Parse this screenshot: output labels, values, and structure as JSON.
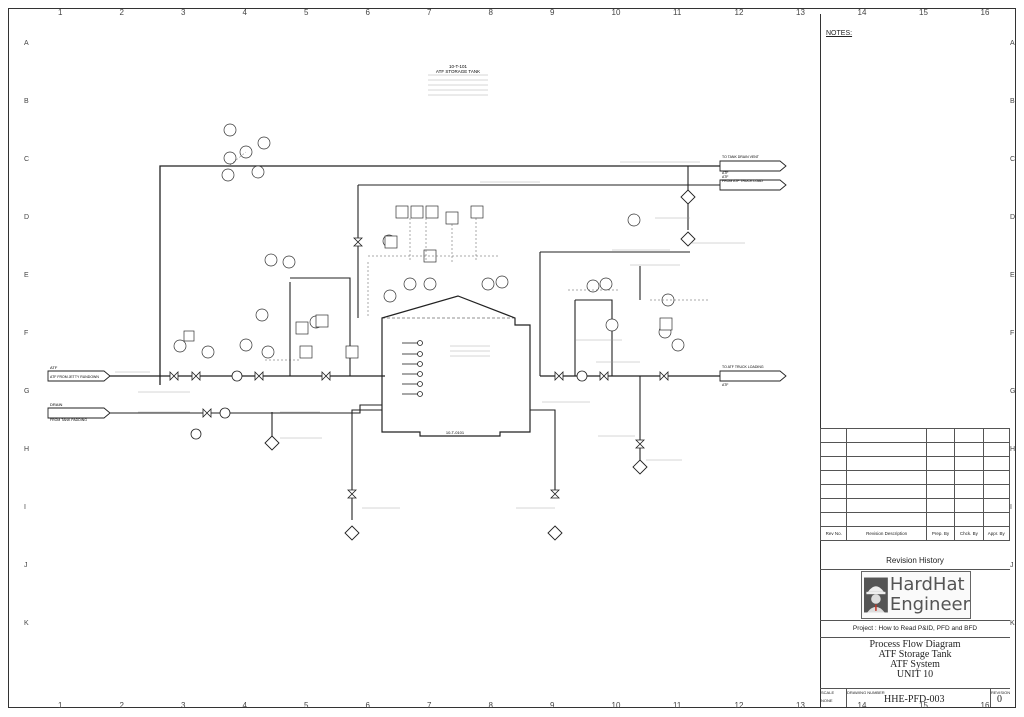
{
  "grid": {
    "columns": [
      "1",
      "2",
      "3",
      "4",
      "5",
      "6",
      "7",
      "8",
      "9",
      "10",
      "11",
      "12",
      "13",
      "14",
      "15",
      "16"
    ],
    "rows": [
      "A",
      "B",
      "C",
      "D",
      "E",
      "F",
      "G",
      "H",
      "I",
      "J",
      "K"
    ]
  },
  "notes_label": "NOTES:",
  "tank": {
    "header_tag": "10-T-101",
    "header_name": "ATF STORAGE TANK",
    "body_tag": "10-T-0101"
  },
  "streams": {
    "atf_in": "ATF",
    "atf_in_from": "ATF FROM JETTY RUNDOWN",
    "drain": "DRAIN",
    "drain_from": "FROM TANK PADDING",
    "top_out_1": "TO TANK DRAIN VENT",
    "top_out_1_sub": "ATF",
    "top_out_2": "FROM ATF TRUCK LOAD",
    "top_out_2_sub": "ATF",
    "right_out": "TO ATF TRUCK LOADING",
    "right_out_sub": "ATF"
  },
  "revision_table": {
    "headers": [
      "Rev No.",
      "Revision Description",
      "Prep. By",
      "Chck. By",
      "Appr. By"
    ],
    "blank_rows": 7
  },
  "revision_history_label": "Revision History",
  "logo": {
    "line1": "HardHat",
    "line2": "Engineer"
  },
  "project_line": "Project : How to Read P&ID, PFD and BFD",
  "drawing_title": [
    "Process Flow Diagram",
    "ATF Storage Tank",
    "ATF System",
    "UNIT 10"
  ],
  "footer": {
    "scale_label": "SCALE",
    "scale_value": "NONE",
    "drawing_no_label": "DRAWING NUMBER",
    "drawing_no": "HHE-PFD-003",
    "revision_label": "REVISION",
    "revision_value": "0"
  }
}
